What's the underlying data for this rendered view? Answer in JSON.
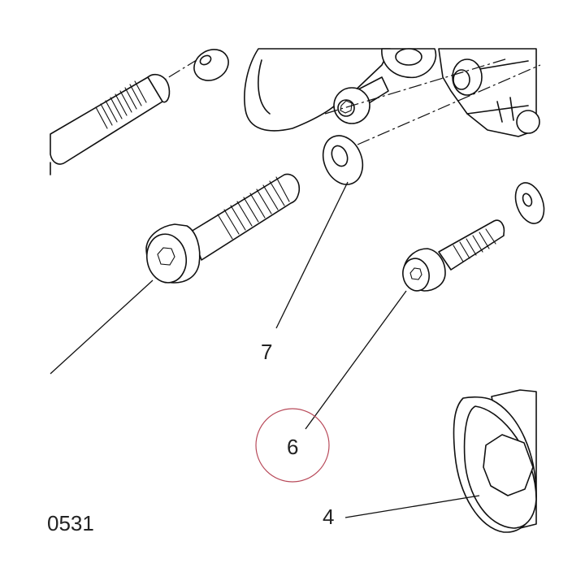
{
  "drawing": {
    "number": "0531",
    "callouts": {
      "c7": "7",
      "c6": "6",
      "c4": "4"
    },
    "highlight_color": "#b84a5a",
    "line_color": "#111111"
  }
}
